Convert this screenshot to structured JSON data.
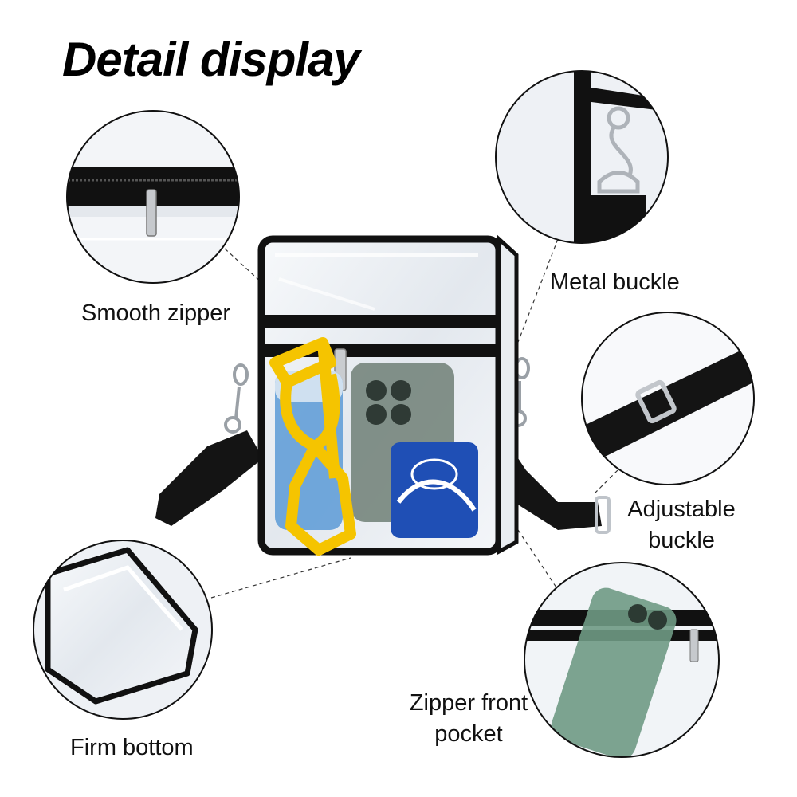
{
  "title": "Detail display",
  "callouts": {
    "smooth_zipper": "Smooth zipper",
    "metal_buckle": "Metal buckle",
    "adjustable_buckle_line1": "Adjustable",
    "adjustable_buckle_line2": "buckle",
    "firm_bottom": "Firm bottom",
    "zipper_front_pocket_line1": "Zipper front",
    "zipper_front_pocket_line2": "pocket"
  },
  "colors": {
    "trim": "#111111",
    "clear_pvc": "#eef2f6",
    "sunglasses": "#f5c400",
    "bottle": "#5b9ad6",
    "tissue_pack": "#1f4fb5",
    "phone": "#6f9a84"
  }
}
